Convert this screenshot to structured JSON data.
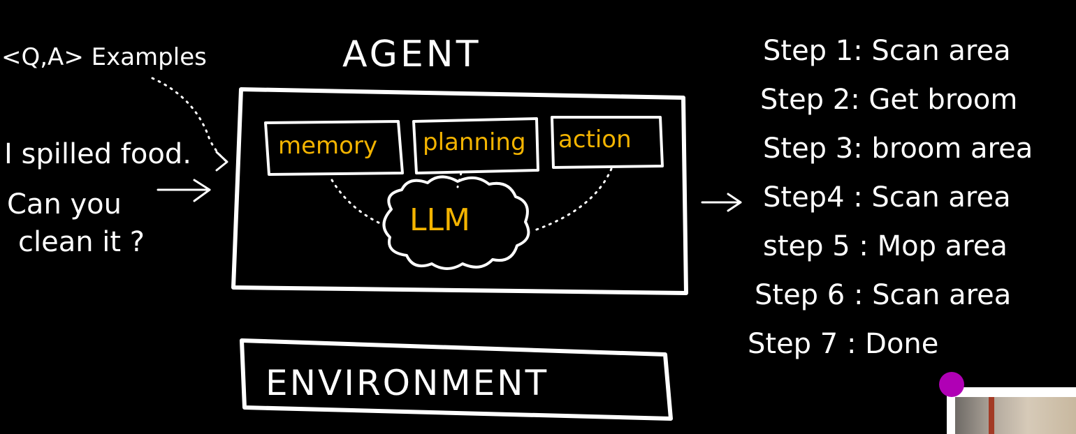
{
  "diagram": {
    "agent_title": "AGENT",
    "examples_label": "<Q,A> Examples",
    "prompt_lines": [
      "I spilled food.",
      "Can you",
      "clean it ?"
    ],
    "modules": {
      "memory": "memory",
      "planning": "planning",
      "action": "action"
    },
    "llm_label": "LLM",
    "environment_label": "ENVIRONMENT",
    "steps": [
      "Step 1: Scan area",
      "Step 2: Get broom",
      "Step 3: broom area",
      "Step4 : Scan area",
      "step 5 : Mop area",
      "Step 6 : Scan area",
      "Step 7 : Done"
    ]
  },
  "colors": {
    "background": "#000000",
    "stroke": "#ffffff",
    "module_text": "#f4b400",
    "cursor": "#b000b5"
  }
}
